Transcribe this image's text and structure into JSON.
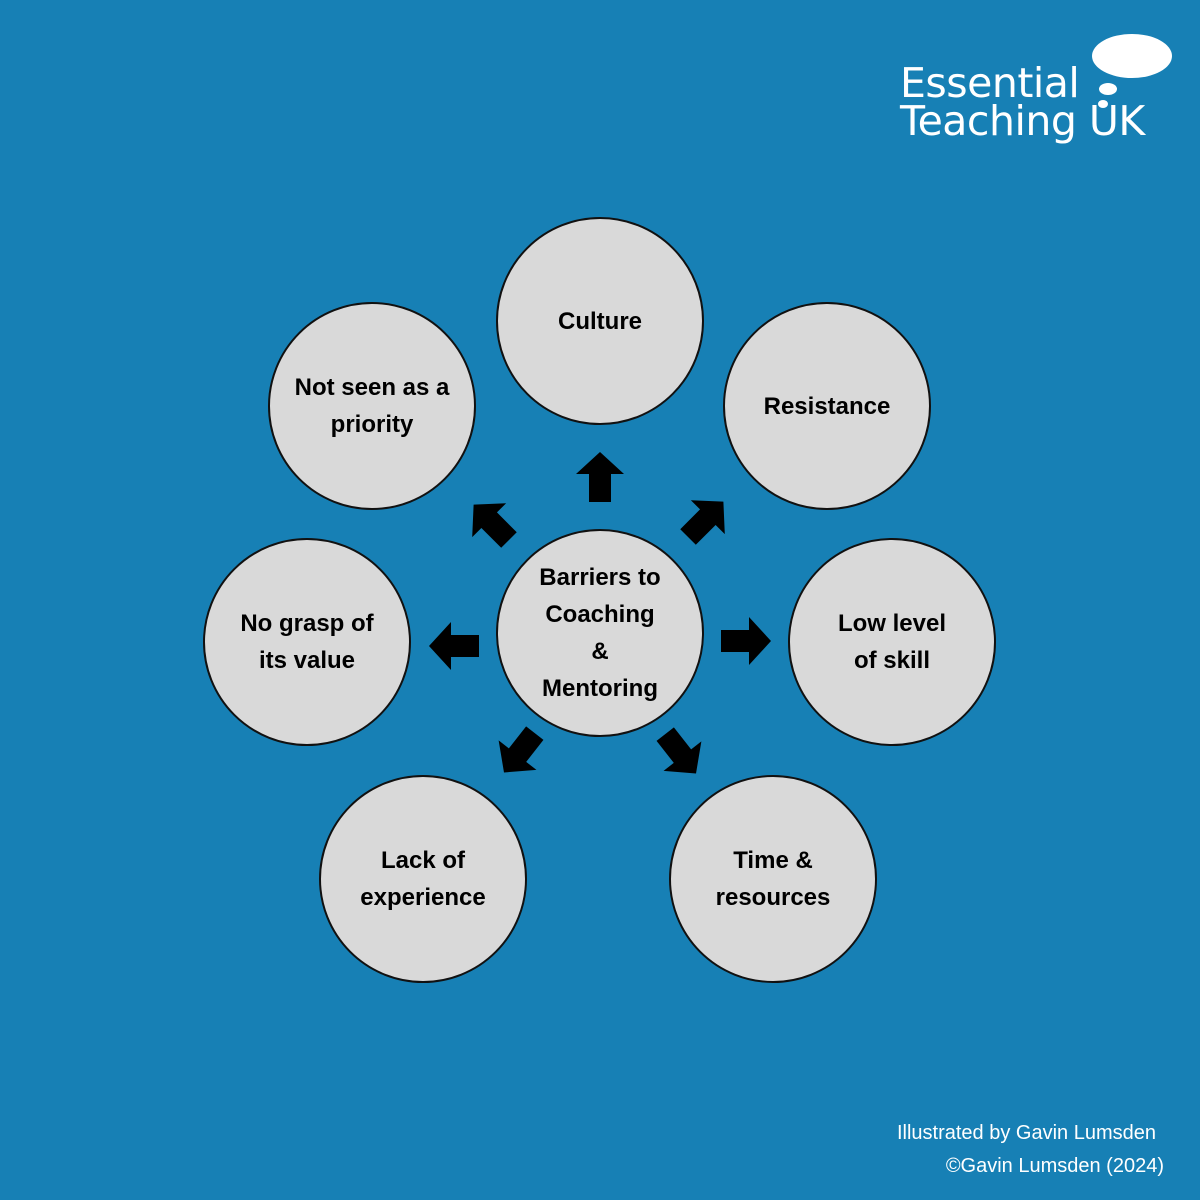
{
  "brand": {
    "line1": "Essential",
    "line2": "Teaching UK",
    "color": "#ffffff"
  },
  "center": {
    "line1": "Barriers to",
    "line2": "Coaching",
    "line3": "&",
    "line4": "Mentoring"
  },
  "barriers": {
    "culture": {
      "line1": "Culture"
    },
    "resistance": {
      "line1": "Resistance"
    },
    "skill": {
      "line1": "Low level",
      "line2": "of skill"
    },
    "time": {
      "line1": "Time &",
      "line2": "resources"
    },
    "experience": {
      "line1": "Lack of",
      "line2": "experience"
    },
    "value": {
      "line1": "No grasp of",
      "line2": "its value"
    },
    "priority": {
      "line1": "Not seen as a",
      "line2": "priority"
    }
  },
  "credits": {
    "illustrated": "Illustrated by Gavin Lumsden",
    "copyright": "©Gavin Lumsden (2024)"
  },
  "colors": {
    "background": "#1780b5",
    "circle_fill": "#d9d9d9",
    "circle_border": "#111111",
    "arrow": "#000000"
  }
}
